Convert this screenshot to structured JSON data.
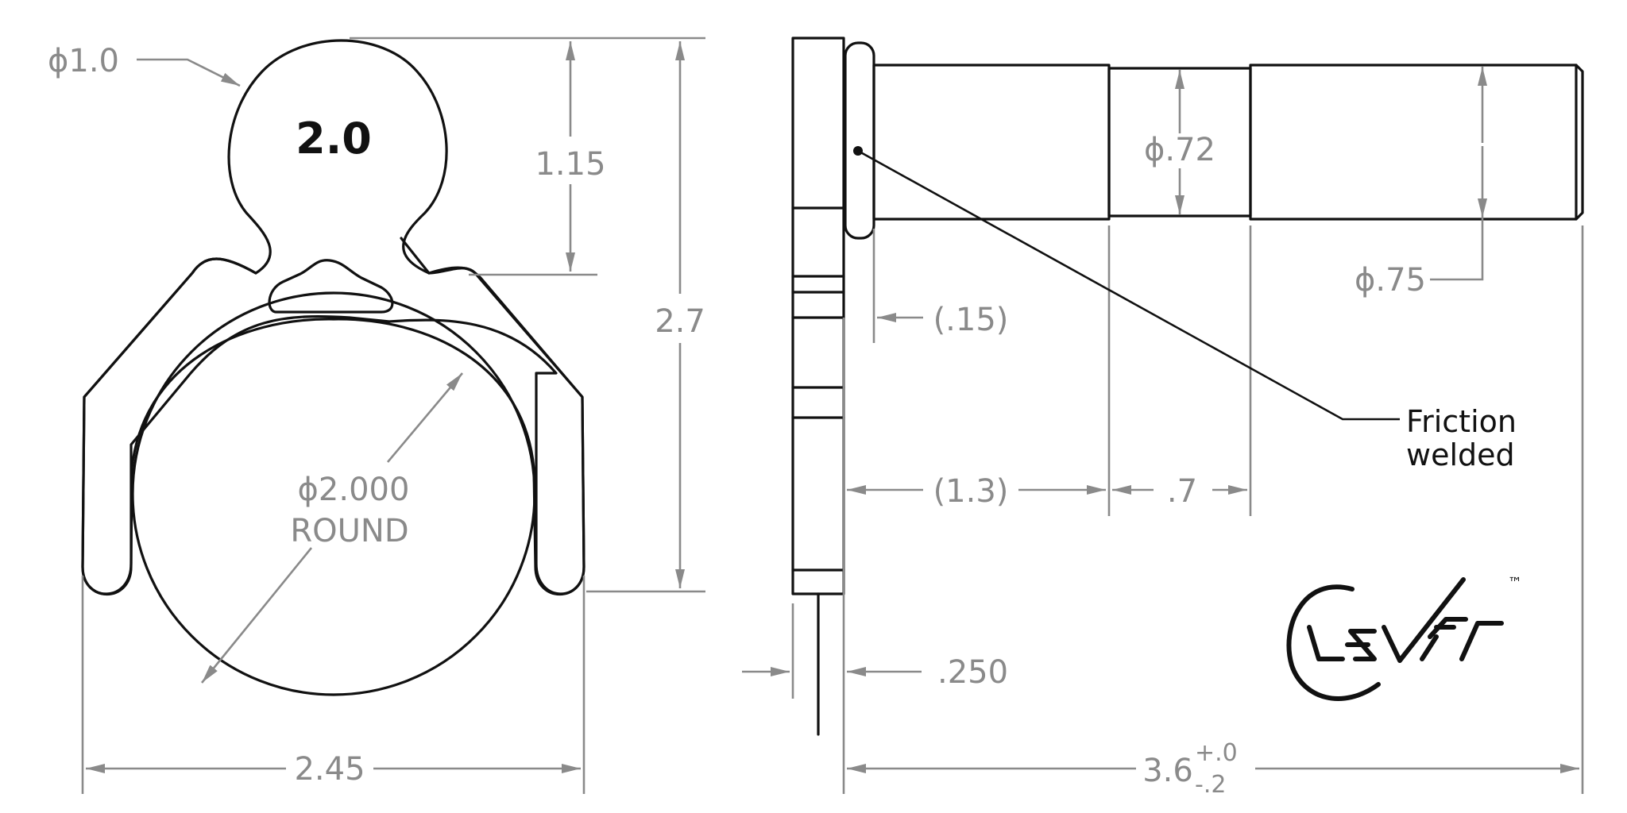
{
  "front_view": {
    "head_diameter": "ϕ1.0",
    "size_label": "2.0",
    "head_height": "1.15",
    "total_height": "2.7",
    "bore_diameter": "ϕ2.000",
    "bore_shape": "ROUND",
    "total_width": "2.45"
  },
  "side_view": {
    "shaft_diameter_middle": "ϕ.72",
    "shaft_diameter_end": "ϕ.75",
    "collar_width": "(.15)",
    "section_1_length": "(1.3)",
    "section_2_length": ".7",
    "plate_thickness": ".250",
    "overall_length": "3.6",
    "tolerance_upper": "+.0",
    "tolerance_lower": "-.2",
    "note_line_1": "Friction",
    "note_line_2": "welded"
  },
  "brand": {
    "logo_name": "clever-logo",
    "trademark": "™"
  }
}
